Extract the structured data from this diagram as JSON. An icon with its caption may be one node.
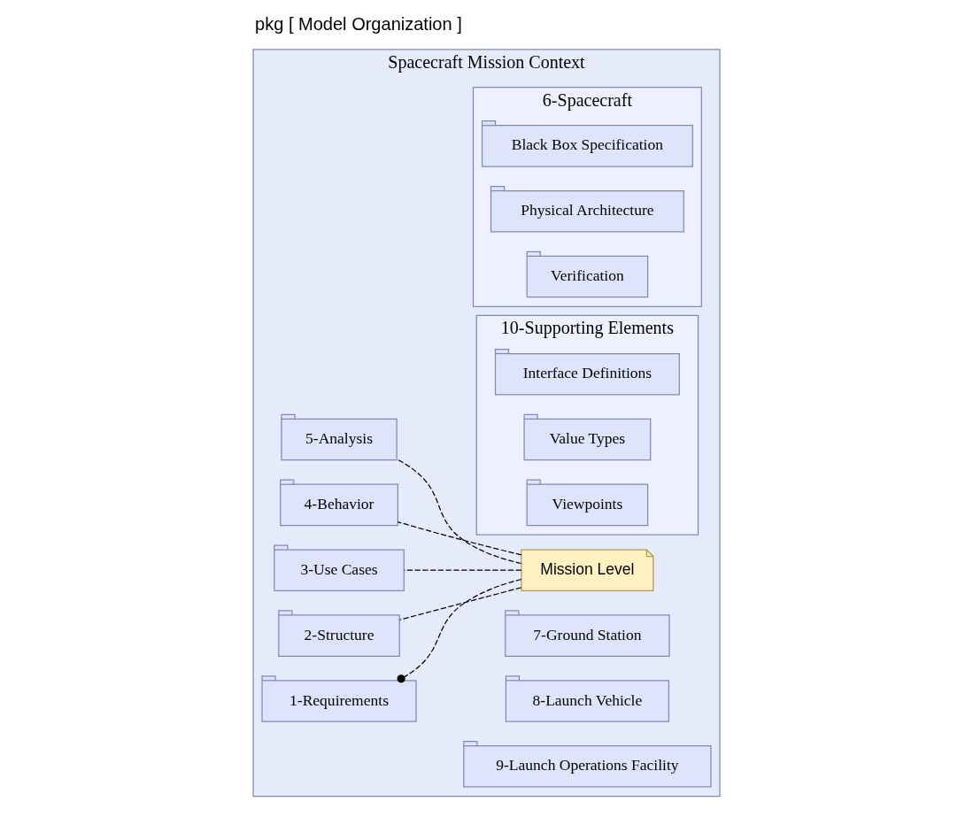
{
  "diagram": {
    "title": "pkg [ Model Organization ]",
    "nodes": [
      {
        "text": [
          "Spacecraft Mission Context"
        ]
      },
      {
        "text": [
          "1-Requirements"
        ],
        "in": 0
      },
      {
        "text": [
          "2-Structure"
        ],
        "in": 0
      },
      {
        "text": [
          "3-Use Cases"
        ],
        "in": 0
      },
      {
        "text": [
          "4-Behavior"
        ],
        "in": 0
      },
      {
        "text": [
          "5-Analysis"
        ],
        "in": 0
      },
      {
        "text": [
          "Mission Level"
        ],
        "in": 0
      },
      {
        "text": [
          "6-Spacecraft"
        ],
        "in": 0
      },
      {
        "text": [
          "Black Box Specification"
        ],
        "in": 7
      },
      {
        "text": [
          "Physical Architecture"
        ],
        "in": 7
      },
      {
        "text": [
          "Verification"
        ],
        "in": 7
      },
      {
        "text": [
          "10-Supporting Elements"
        ],
        "in": 0
      },
      {
        "text": [
          "Interface Definitions"
        ],
        "in": 11
      },
      {
        "text": [
          "Value Types"
        ],
        "in": 11
      },
      {
        "text": [
          "Viewpoints"
        ],
        "in": 11
      },
      {
        "text": [
          "7-Ground Station"
        ],
        "in": 0
      },
      {
        "text": [
          "8-Launch Vehicle"
        ],
        "in": 0
      },
      {
        "text": [
          "9-Launch Operations Facility"
        ],
        "in": 0
      }
    ],
    "edges": [
      {
        "from": 6,
        "to": 1,
        "arrow": "other",
        "style": "dashed"
      },
      {
        "from": 6,
        "to": 2,
        "arrow": "none",
        "style": "dashed"
      },
      {
        "from": 6,
        "to": 3,
        "arrow": "none",
        "style": "dashed"
      },
      {
        "from": 6,
        "to": 4,
        "arrow": "none",
        "style": "dashed"
      },
      {
        "from": 6,
        "to": 5,
        "arrow": "none",
        "style": "dashed"
      }
    ]
  }
}
